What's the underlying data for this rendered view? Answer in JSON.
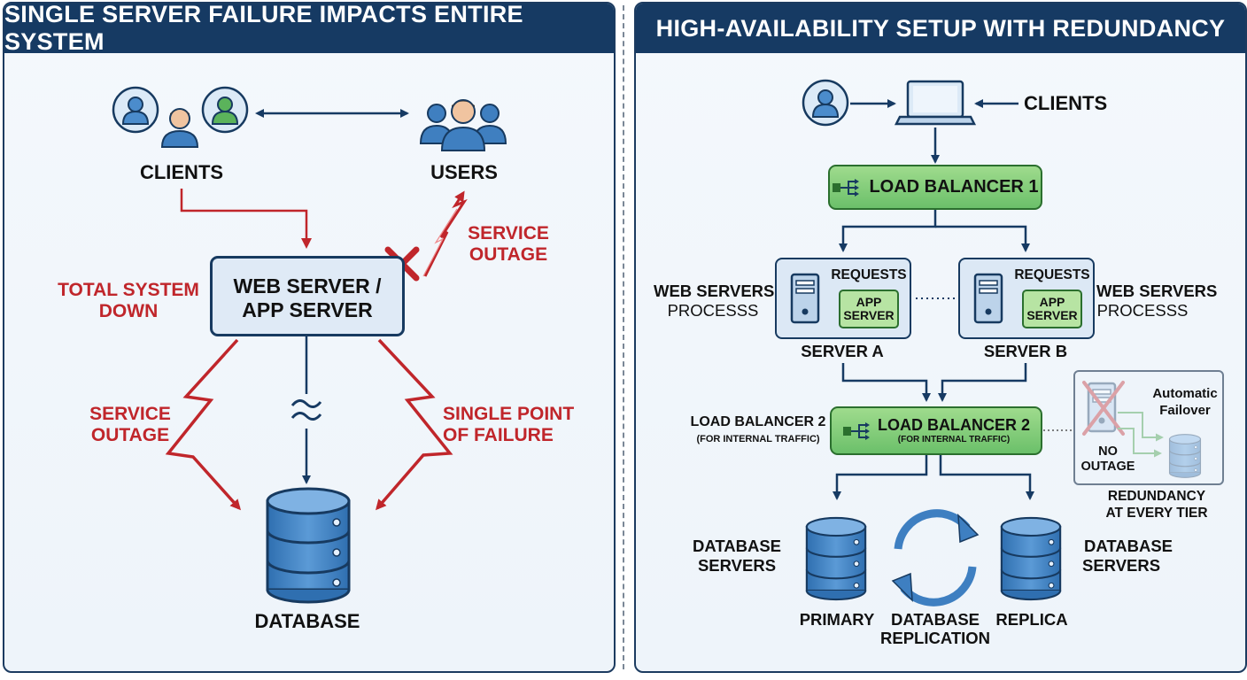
{
  "left": {
    "title": "SINGLE SERVER FAILURE IMPACTS ENTIRE SYSTEM",
    "clients": "CLIENTS",
    "users": "USERS",
    "server_line1": "WEB SERVER /",
    "server_line2": "APP SERVER",
    "total_down_1": "TOTAL SYSTEM",
    "total_down_2": "DOWN",
    "outage_top_1": "SERVICE",
    "outage_top_2": "OUTAGE",
    "outage_left_1": "SERVICE",
    "outage_left_2": "OUTAGE",
    "spof_1": "SINGLE POINT",
    "spof_2": "OF FAILURE",
    "database": "DATABASE"
  },
  "right": {
    "title": "HIGH-AVAILABILITY SETUP WITH REDUNDANCY",
    "clients": "CLIENTS",
    "lb1": "LOAD BALANCER 1",
    "lb2": "LOAD BALANCER 2",
    "lb2_sub": "(FOR INTERNAL TRAFFIC)",
    "lb2_side": "LOAD BALANCER 2",
    "lb2_side_sub": "(FOR INTERNAL TRAFFIC)",
    "web_left_1": "WEB SERVERS",
    "web_left_2": "PROCESSS",
    "web_right_1": "WEB SERVERS",
    "web_right_2": "PROCESSS",
    "requests_a": "REQUESTS",
    "requests_b": "REQUESTS",
    "app_a_1": "APP",
    "app_a_2": "SERVER",
    "app_b_1": "APP",
    "app_b_2": "SERVER",
    "server_a": "SERVER A",
    "server_b": "SERVER B",
    "failover_1": "Automatic",
    "failover_2": "Failover",
    "no_outage_1": "NO",
    "no_outage_2": "OUTAGE",
    "redundancy_1": "REDUNDANCY",
    "redundancy_2": "AT EVERY TIER",
    "db_left_1": "DATABASE",
    "db_left_2": "SERVERS",
    "db_right_1": "DATABASE",
    "db_right_2": "SERVERS",
    "primary": "PRIMARY",
    "replica": "REPLICA",
    "replication_1": "DATABASE",
    "replication_2": "REPLICATION"
  },
  "colors": {
    "navy": "#163a63",
    "alert_red": "#c0262b",
    "lb_green": "#6bc06a",
    "db_blue": "#3e7fc1",
    "panel_bg": "#f4f8fc"
  },
  "icons": [
    "client-avatar-icon",
    "users-group-icon",
    "server-failure-x-icon",
    "lightning-bolt-icon",
    "database-icon",
    "laptop-icon",
    "network-route-icon",
    "server-tower-icon",
    "replication-cycle-icon",
    "broken-connection-icon"
  ]
}
